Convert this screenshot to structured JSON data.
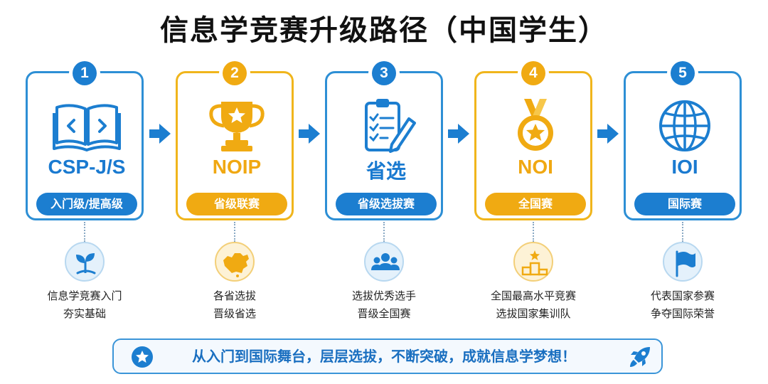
{
  "title": "信息学竞赛升级路径（中国学生）",
  "colors": {
    "blue": "#1c7ed0",
    "gold": "#f0aa12"
  },
  "stages": [
    {
      "number": "1",
      "name": "CSP-J/S",
      "pill": "入门级/提高级",
      "icon": "book-code-icon",
      "sub_icon": "sprout-icon",
      "desc_line1": "信息学竞赛入门",
      "desc_line2": "夯实基础",
      "theme": "blue"
    },
    {
      "number": "2",
      "name": "NOIP",
      "pill": "省级联赛",
      "icon": "trophy-icon",
      "sub_icon": "china-map-icon",
      "desc_line1": "各省选拔",
      "desc_line2": "晋级省选",
      "theme": "gold"
    },
    {
      "number": "3",
      "name": "省选",
      "pill": "省级选拔赛",
      "icon": "checklist-clipboard-icon",
      "sub_icon": "team-icon",
      "desc_line1": "选拔优秀选手",
      "desc_line2": "晋级全国赛",
      "theme": "blue"
    },
    {
      "number": "4",
      "name": "NOI",
      "pill": "全国赛",
      "icon": "medal-icon",
      "sub_icon": "podium-icon",
      "desc_line1": "全国最高水平竞赛",
      "desc_line2": "选拔国家集训队",
      "theme": "gold"
    },
    {
      "number": "5",
      "name": "IOI",
      "pill": "国际赛",
      "icon": "globe-icon",
      "sub_icon": "flag-icon",
      "desc_line1": "代表国家参赛",
      "desc_line2": "争夺国际荣誉",
      "theme": "blue"
    }
  ],
  "banner": {
    "text": "从入门到国际舞台，层层选拔，不断突破，成就信息学梦想！",
    "left_icon": "star-icon",
    "right_icon": "rocket-icon"
  }
}
